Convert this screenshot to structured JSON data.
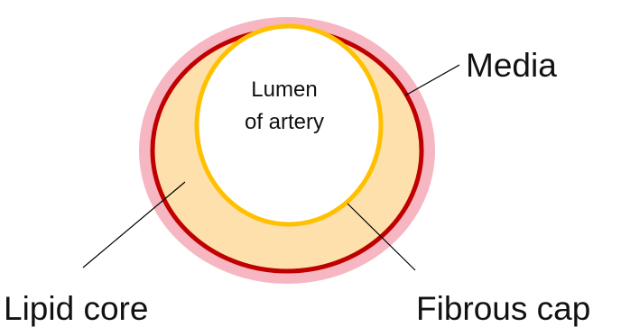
{
  "labels": {
    "media": "Media",
    "lumen_line1": "Lumen",
    "lumen_line2": "of artery",
    "lipid_core": "Lipid core",
    "fibrous_cap": "Fibrous cap"
  },
  "colors": {
    "adventitia": "#f6b6c2",
    "media": "#c00000",
    "lipid_core": "#fde0ac",
    "fibrous_cap": "#ffc000",
    "lumen": "#ffffff",
    "leader_line": "#000000"
  }
}
